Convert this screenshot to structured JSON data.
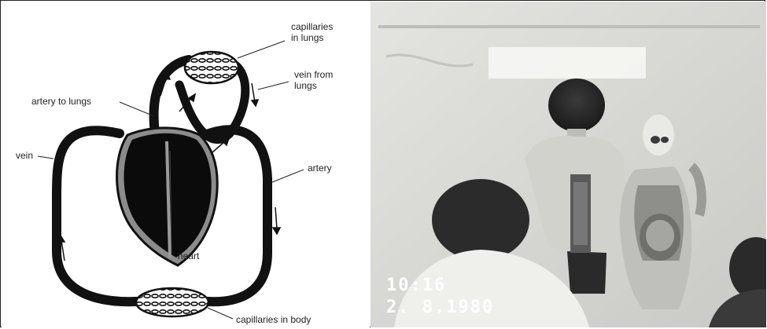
{
  "diagram": {
    "labels": {
      "capillaries_lungs_line1": "capillaries",
      "capillaries_lungs_line2": "in lungs",
      "vein_from_lungs_line1": "vein from",
      "vein_from_lungs_line2": "lungs",
      "artery_to_lungs": "artery to lungs",
      "vein": "vein",
      "artery": "artery",
      "heart": "heart",
      "capillaries_body": "capillaries in body"
    }
  },
  "photo": {
    "stamp_time": "10:16",
    "stamp_date": "2. 8.1980"
  }
}
